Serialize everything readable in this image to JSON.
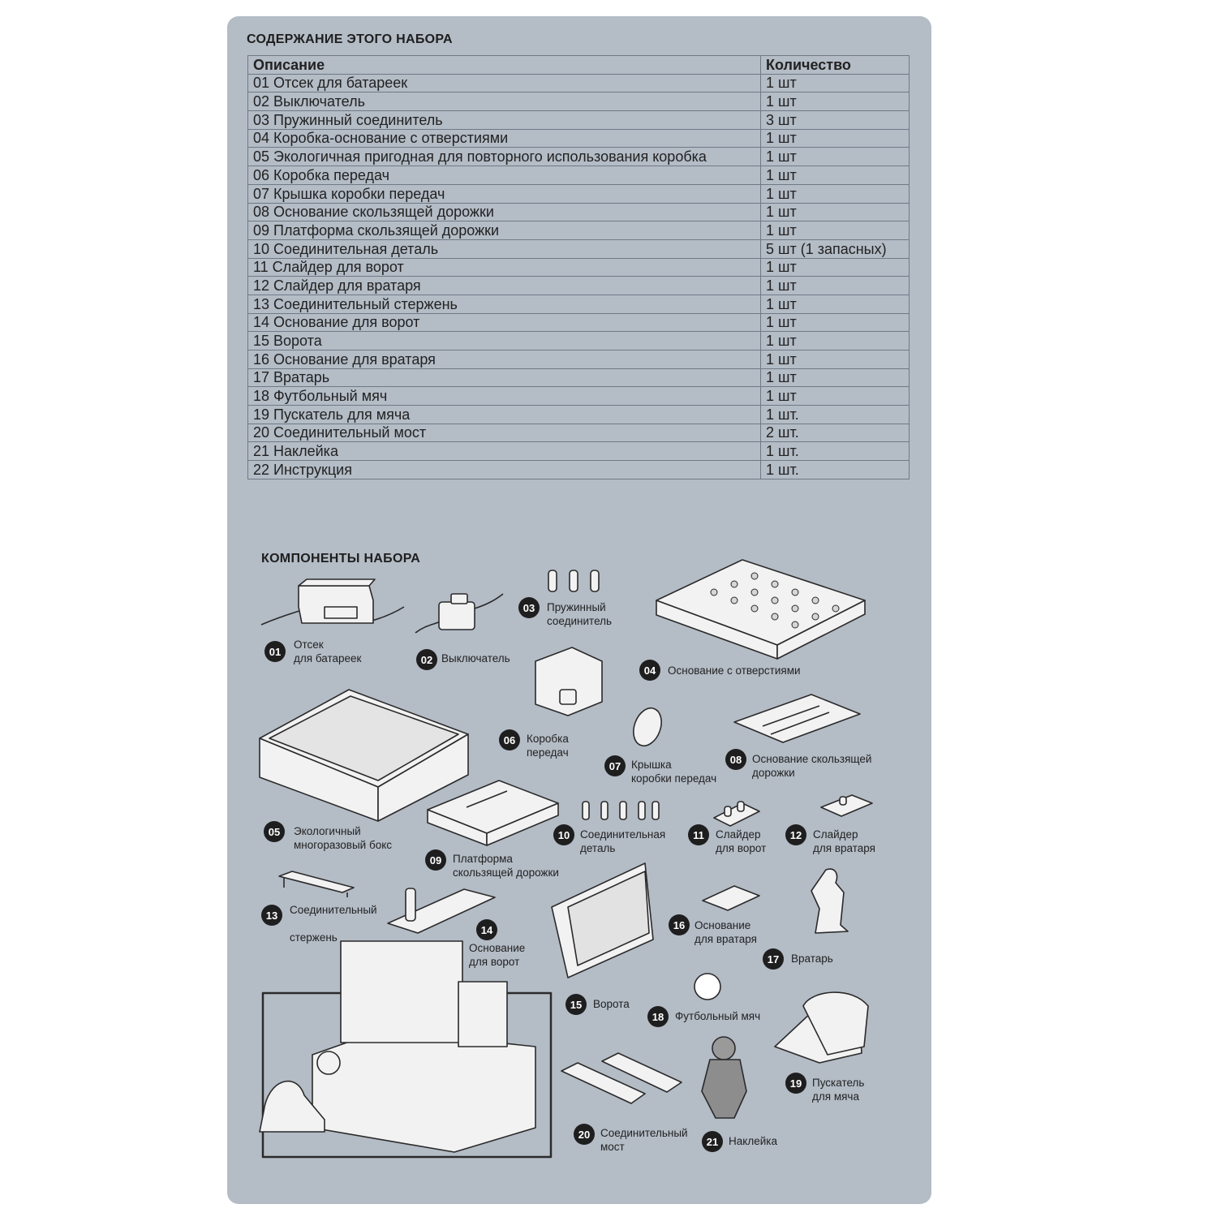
{
  "contents": {
    "title": "СОДЕРЖАНИЕ ЭТОГО НАБОРА",
    "headers": {
      "description": "Описание",
      "quantity": "Количество"
    },
    "rows": [
      {
        "desc": "01  Отсек для батареек",
        "qty": "1 шт"
      },
      {
        "desc": "02  Выключатель",
        "qty": "1 шт"
      },
      {
        "desc": "03  Пружинный соединитель",
        "qty": "3 шт"
      },
      {
        "desc": "04  Коробка-основание с отверстиями",
        "qty": "1 шт"
      },
      {
        "desc": "05  Экологичная пригодная для повторного использования коробка",
        "qty": "1 шт"
      },
      {
        "desc": "06  Коробка передач",
        "qty": "1 шт"
      },
      {
        "desc": "07  Крышка коробки передач",
        "qty": "1 шт"
      },
      {
        "desc": "08  Основание скользящей дорожки",
        "qty": "1 шт"
      },
      {
        "desc": "09  Платформа скользящей дорожки",
        "qty": "1 шт"
      },
      {
        "desc": "10  Соединительная деталь",
        "qty": "5 шт (1 запасных)"
      },
      {
        "desc": "11  Слайдер для ворот",
        "qty": "1 шт"
      },
      {
        "desc": "12  Слайдер для вратаря",
        "qty": "1 шт"
      },
      {
        "desc": "13  Соединительный стержень",
        "qty": "1 шт"
      },
      {
        "desc": "14  Основание для ворот",
        "qty": "1 шт"
      },
      {
        "desc": "15  Ворота",
        "qty": "1 шт"
      },
      {
        "desc": "16  Основание для вратаря",
        "qty": "1 шт"
      },
      {
        "desc": "17  Вратарь",
        "qty": "1 шт"
      },
      {
        "desc": "18  Футбольный мяч",
        "qty": "1 шт"
      },
      {
        "desc": "19  Пускатель для мяча",
        "qty": "1 шт."
      },
      {
        "desc": "20 Соединительный мост",
        "qty": "2 шт."
      },
      {
        "desc": "21  Наклейка",
        "qty": "1 шт."
      },
      {
        "desc": "22 Инструкция",
        "qty": "1 шт."
      }
    ]
  },
  "components": {
    "title": "КОМПОНЕНТЫ НАБОРА",
    "items": [
      {
        "num": "01",
        "label": "Отсек\nдля батареек"
      },
      {
        "num": "02",
        "label": "Выключатель"
      },
      {
        "num": "03",
        "label": "Пружинный\nсоединитель"
      },
      {
        "num": "04",
        "label": "Основание с отверстиями"
      },
      {
        "num": "05",
        "label": "Экологичный\nмногоразовый бокс"
      },
      {
        "num": "06",
        "label": "Коробка\nпередач"
      },
      {
        "num": "07",
        "label": "Крышка\nкоробки передач"
      },
      {
        "num": "08",
        "label": "Основание скользящей\nдорожки"
      },
      {
        "num": "09",
        "label": "Платформа\nскользящей дорожки"
      },
      {
        "num": "10",
        "label": "Соединительная\nдеталь"
      },
      {
        "num": "11",
        "label": "Слайдер\nдля ворот"
      },
      {
        "num": "12",
        "label": "Слайдер\nдля вратаря"
      },
      {
        "num": "13",
        "label": "Соединительный\n\nстержень"
      },
      {
        "num": "14",
        "label": "Основание\nдля ворот"
      },
      {
        "num": "15",
        "label": "Ворота"
      },
      {
        "num": "16",
        "label": "Основание\nдля вратаря"
      },
      {
        "num": "17",
        "label": "Вратарь"
      },
      {
        "num": "18",
        "label": "Футбольный мяч"
      },
      {
        "num": "19",
        "label": "Пускатель\nдля мяча"
      },
      {
        "num": "20",
        "label": "Соединительный\nмост"
      },
      {
        "num": "21",
        "label": "Наклейка"
      }
    ]
  },
  "colors": {
    "panel": "#b4bcc6",
    "badge": "#1e1e1e",
    "part_fill": "#f2f2f2",
    "line": "#2a2a2a"
  }
}
